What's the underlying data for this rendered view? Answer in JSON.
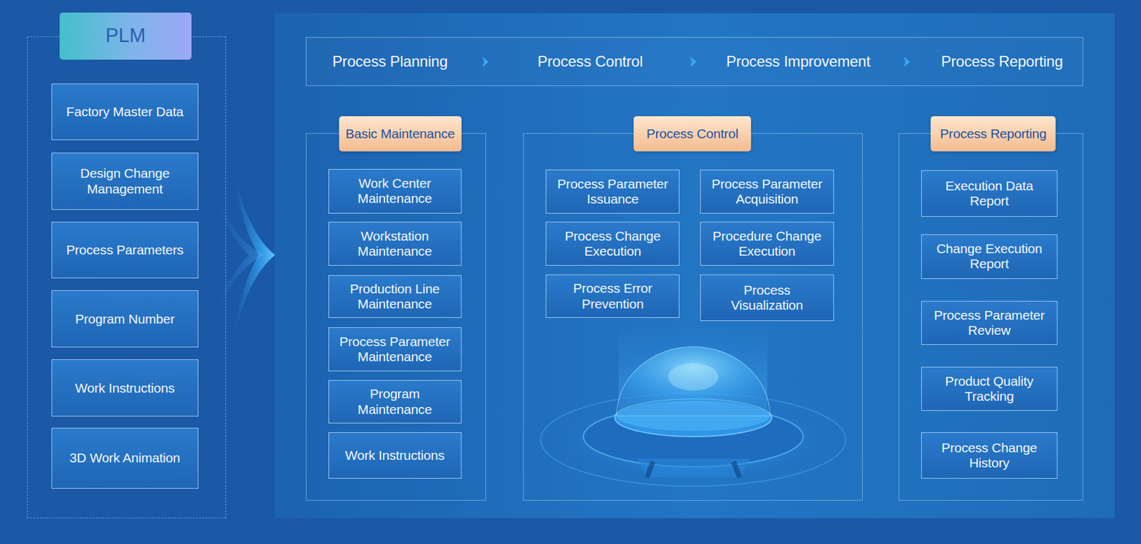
{
  "diagram": {
    "nodes": [
      {
        "text": [
          "PLM"
        ]
      },
      {
        "text": [
          "Factory Master Data"
        ],
        "in": 0
      },
      {
        "text": [
          "Design Change Management"
        ],
        "in": 0
      },
      {
        "text": [
          "Process Parameters"
        ],
        "in": 0
      },
      {
        "text": [
          "Program Number"
        ],
        "in": 0
      },
      {
        "text": [
          "Work Instructions"
        ],
        "in": 0
      },
      {
        "text": [
          "3D Work Animation"
        ],
        "in": 0
      },
      {
        "text": [
          "Process Planning",
          "Process Control",
          "Process Improvement",
          "Process Reporting"
        ]
      },
      {
        "text": [
          "Basic Maintenance"
        ]
      },
      {
        "text": [
          "Work Center Maintenance"
        ],
        "in": 8
      },
      {
        "text": [
          "Workstation Maintenance"
        ],
        "in": 8
      },
      {
        "text": [
          "Production Line Maintenance"
        ],
        "in": 8
      },
      {
        "text": [
          "Process Parameter Maintenance"
        ],
        "in": 8
      },
      {
        "text": [
          "Program Maintenance"
        ],
        "in": 8
      },
      {
        "text": [
          "Work Instructions"
        ],
        "in": 8
      },
      {
        "text": [
          "Process Control"
        ]
      },
      {
        "text": [
          "Process Parameter Issuance"
        ],
        "in": 15
      },
      {
        "text": [
          "Process Parameter Acquisition"
        ],
        "in": 15
      },
      {
        "text": [
          "Process Change Execution"
        ],
        "in": 15
      },
      {
        "text": [
          "Procedure Change Execution"
        ],
        "in": 15
      },
      {
        "text": [
          "Process Error Prevention"
        ],
        "in": 15
      },
      {
        "text": [
          "Process Visualization"
        ],
        "in": 15
      },
      {
        "text": [
          "Process Reporting"
        ]
      },
      {
        "text": [
          "Execution Data Report"
        ],
        "in": 22
      },
      {
        "text": [
          "Change Execution Report"
        ],
        "in": 22
      },
      {
        "text": [
          "Process Parameter Review"
        ],
        "in": 22
      },
      {
        "text": [
          "Product Quality Tracking"
        ],
        "in": 22
      },
      {
        "text": [
          "Process Change History"
        ],
        "in": 22
      }
    ]
  }
}
